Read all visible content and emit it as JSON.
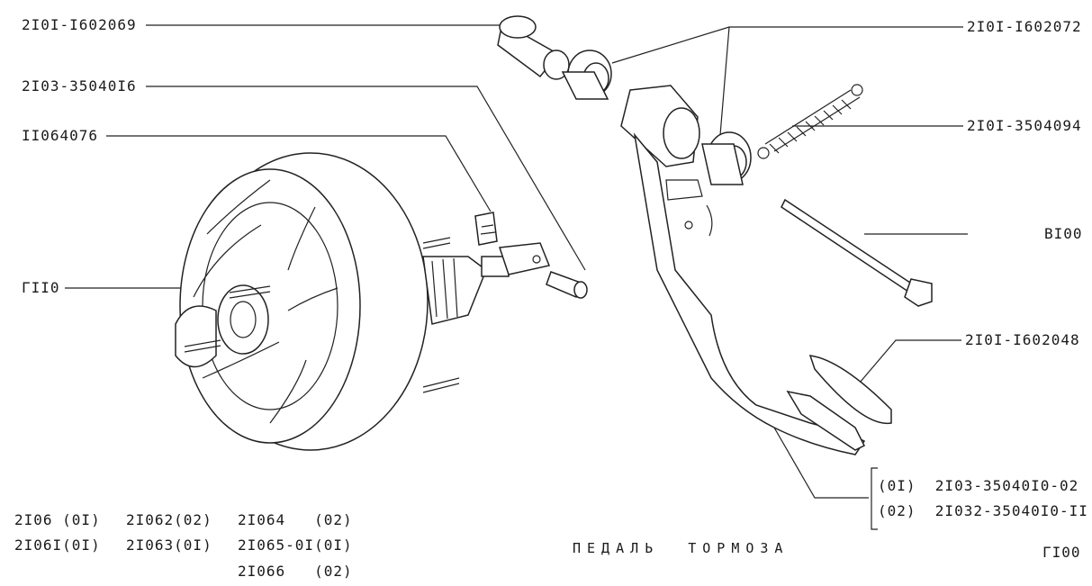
{
  "callouts": [
    {
      "id": "c1",
      "text": "2I0I-I602069"
    },
    {
      "id": "c2",
      "text": "2I03-35040I6"
    },
    {
      "id": "c3",
      "text": "II064076"
    },
    {
      "id": "c4",
      "text": "ГII0"
    },
    {
      "id": "c5",
      "text": "2I0I-I602072"
    },
    {
      "id": "c6",
      "text": "2I0I-3504094"
    },
    {
      "id": "c7",
      "text": "BI00"
    },
    {
      "id": "c8",
      "text": "2I0I-I602048"
    }
  ],
  "variants": {
    "line1": "(0I)  2I03-35040I0-02",
    "line2": "(02)  2I032-35040I0-II"
  },
  "applicability": {
    "col1": [
      "2I06 (0I)",
      "2I06I(0I)"
    ],
    "col2": [
      "2I062(02)",
      "2I063(0I)"
    ],
    "col3": [
      "2I064   (02)",
      "2I065-0I(0I)",
      "2I066   (02)"
    ]
  },
  "title": "ПЕДАЛЬ  ТОРМОЗА",
  "sheet_code": "ГI00"
}
